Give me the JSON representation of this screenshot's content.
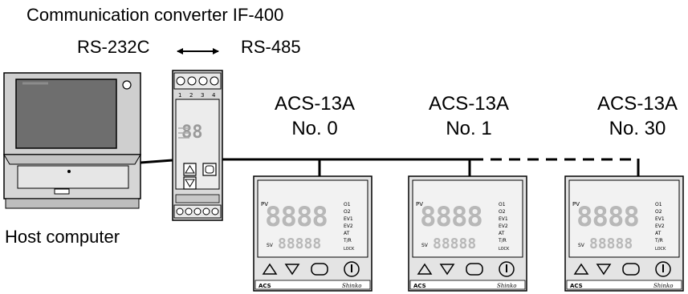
{
  "converter": {
    "title": "Communication converter IF-400",
    "left_protocol": "RS-232C",
    "right_protocol": "RS-485",
    "terminals_top": [
      "1",
      "2",
      "3",
      "4"
    ]
  },
  "host": {
    "label": "Host computer"
  },
  "controllers": [
    {
      "model": "ACS-13A",
      "number": "No. 0"
    },
    {
      "model": "ACS-13A",
      "number": "No. 1"
    },
    {
      "model": "ACS-13A",
      "number": "No. 30"
    }
  ],
  "panel": {
    "pv": "PV",
    "sv": "SV",
    "indicators": [
      "O1",
      "O2",
      "EV1",
      "EV2",
      "AT",
      "T/R",
      "LOCK"
    ],
    "brand": "ACS",
    "maker": "Shinko"
  }
}
